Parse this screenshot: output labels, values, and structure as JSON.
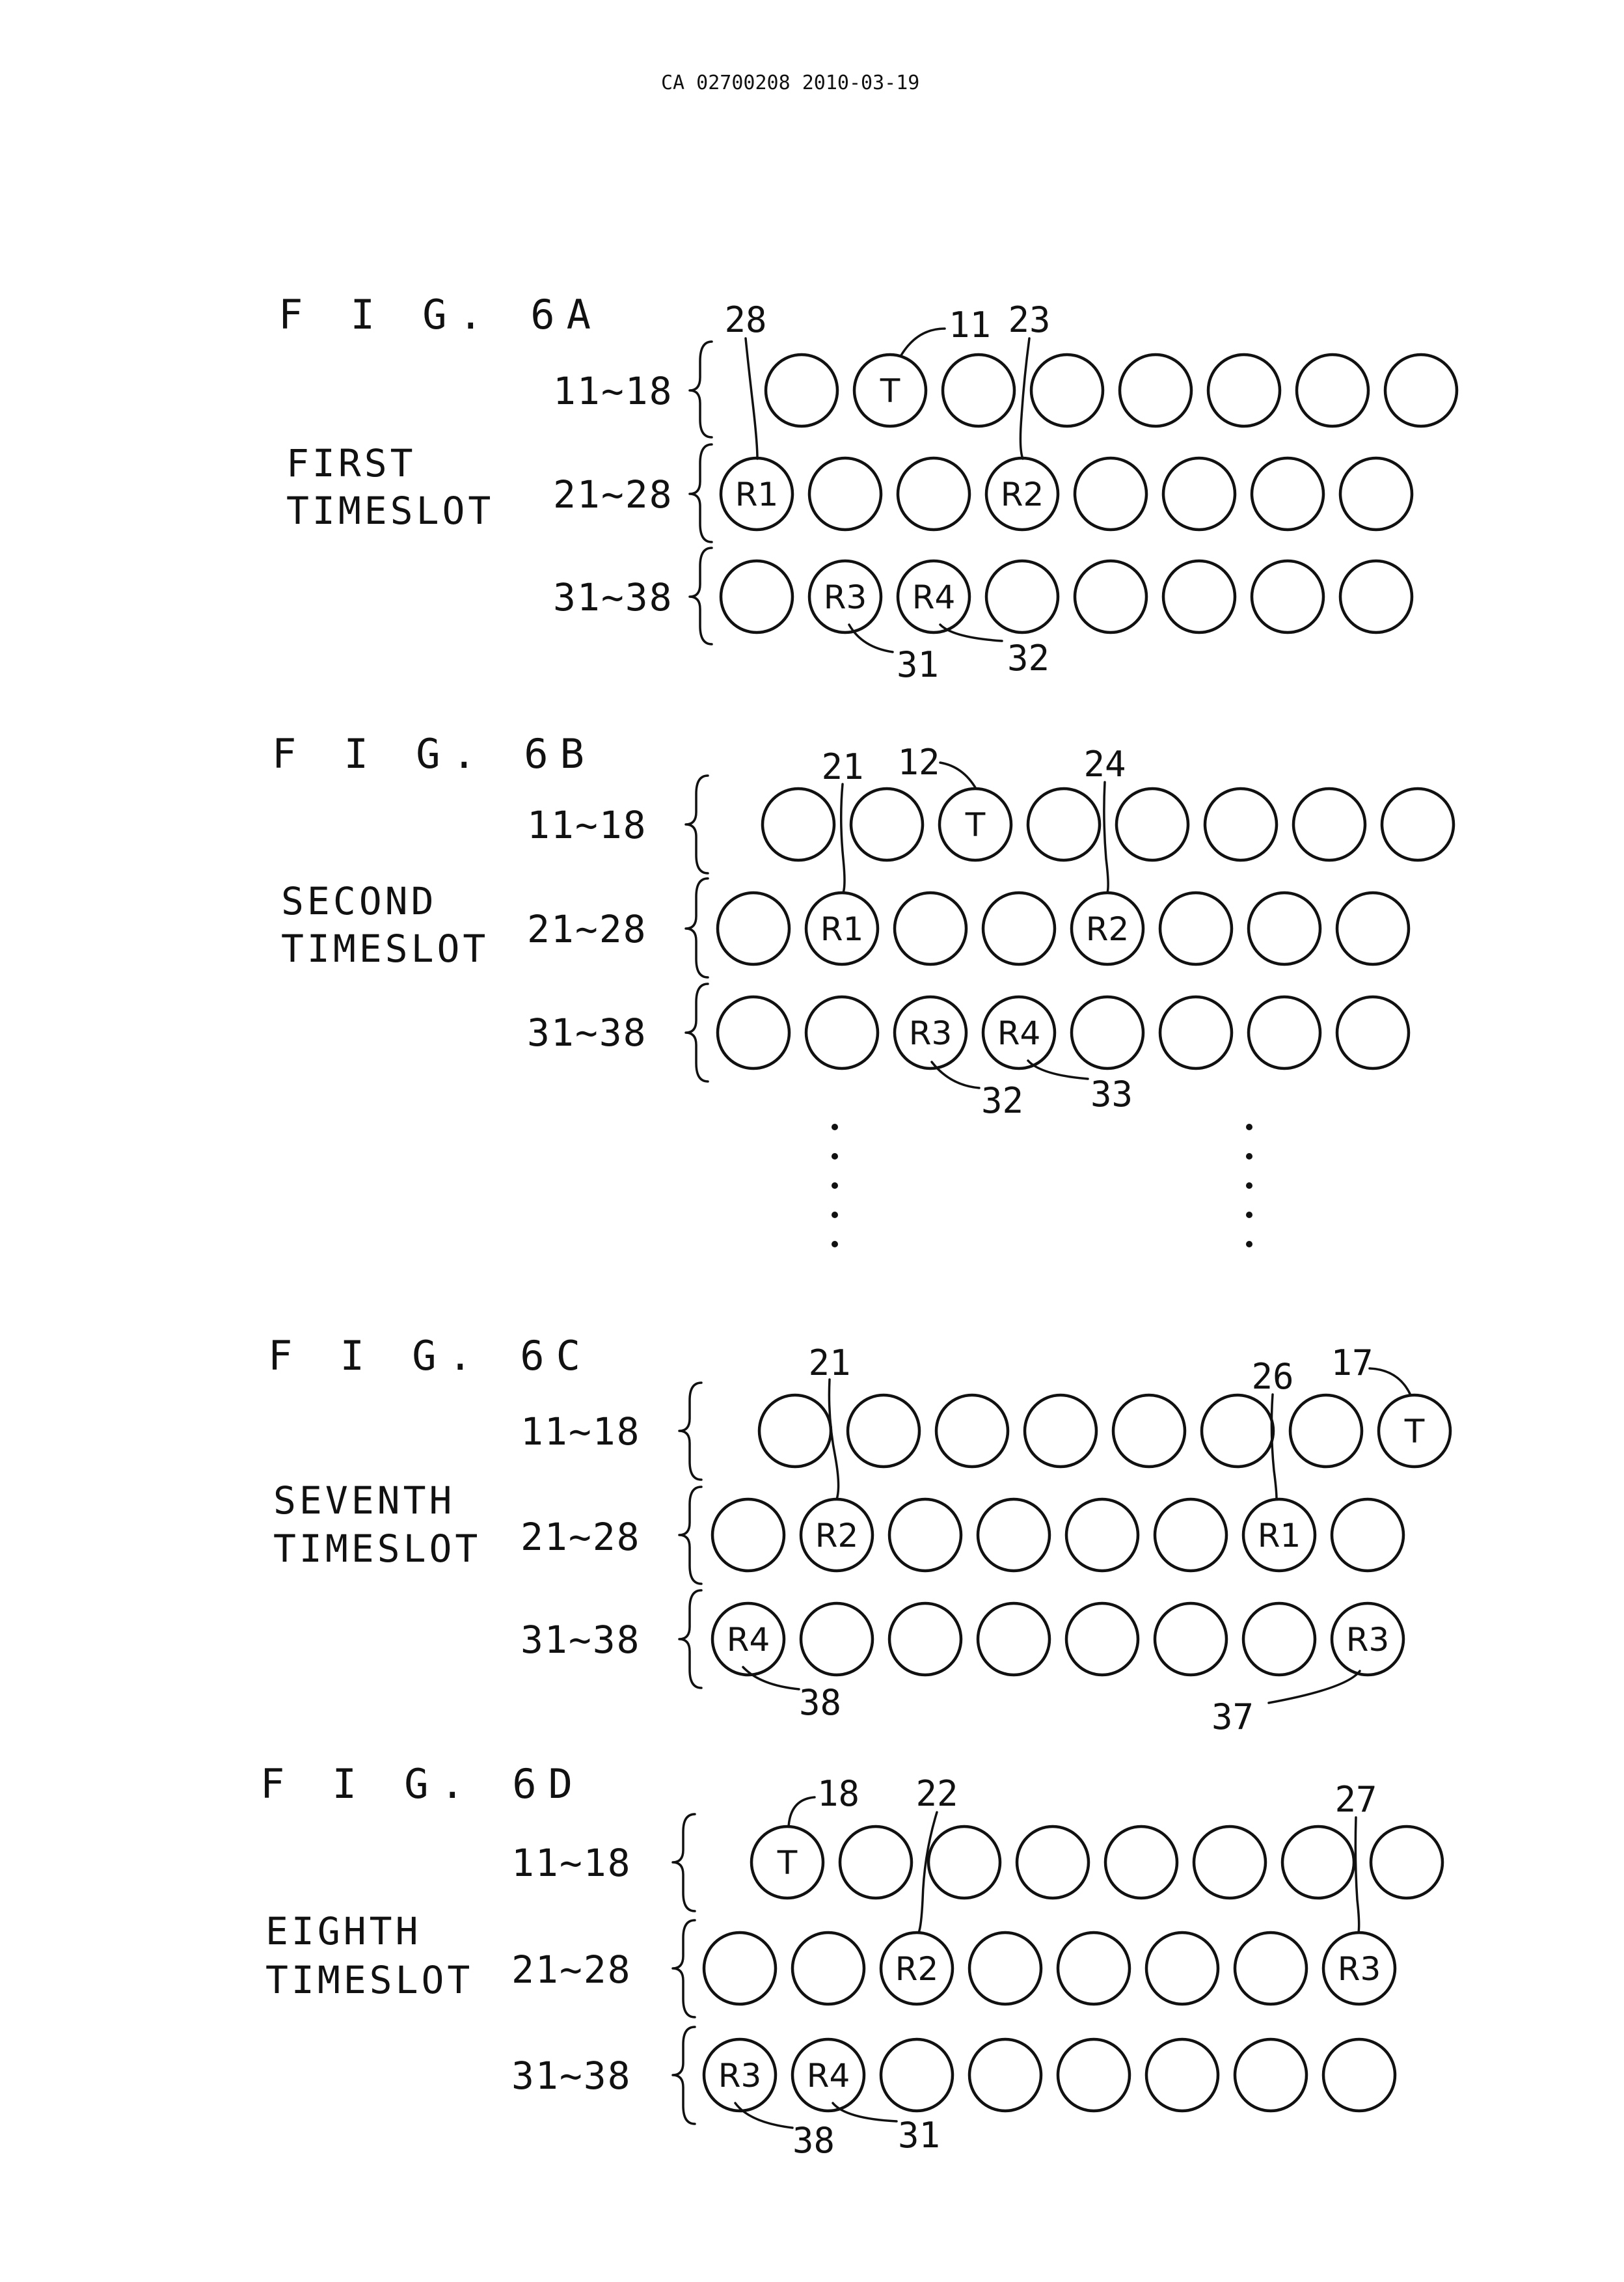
{
  "header": "CA 02700208 2010-03-19",
  "figures": [
    {
      "label": "F I G. 6A",
      "timeslot": [
        "FIRST",
        "TIMESLOT"
      ],
      "rows": [
        {
          "range": "11~18",
          "elements": [
            "",
            "T",
            "",
            "",
            "",
            "",
            "",
            ""
          ]
        },
        {
          "range": "21~28",
          "elements": [
            "R1",
            "",
            "",
            "R2",
            "",
            "",
            "",
            ""
          ]
        },
        {
          "range": "31~38",
          "elements": [
            "",
            "R3",
            "R4",
            "",
            "",
            "",
            "",
            ""
          ]
        }
      ],
      "refs": [
        "28",
        "11",
        "23",
        "31",
        "32"
      ]
    },
    {
      "label": "F I G. 6B",
      "timeslot": [
        "SECOND",
        "TIMESLOT"
      ],
      "rows": [
        {
          "range": "11~18",
          "elements": [
            "",
            "",
            "T",
            "",
            "",
            "",
            "",
            ""
          ]
        },
        {
          "range": "21~28",
          "elements": [
            "",
            "R1",
            "",
            "",
            "R2",
            "",
            "",
            ""
          ]
        },
        {
          "range": "31~38",
          "elements": [
            "",
            "",
            "R3",
            "R4",
            "",
            "",
            "",
            ""
          ]
        }
      ],
      "refs": [
        "21",
        "12",
        "24",
        "32",
        "33"
      ]
    },
    {
      "label": "F I G. 6C",
      "timeslot": [
        "SEVENTH",
        "TIMESLOT"
      ],
      "rows": [
        {
          "range": "11~18",
          "elements": [
            "",
            "",
            "",
            "",
            "",
            "",
            "",
            "T"
          ]
        },
        {
          "range": "21~28",
          "elements": [
            "",
            "R2",
            "",
            "",
            "",
            "",
            "R1",
            ""
          ]
        },
        {
          "range": "31~38",
          "elements": [
            "R4",
            "",
            "",
            "",
            "",
            "",
            "",
            "R3"
          ]
        }
      ],
      "refs": [
        "21",
        "26",
        "17",
        "38",
        "37"
      ]
    },
    {
      "label": "F I G. 6D",
      "timeslot": [
        "EIGHTH",
        "TIMESLOT"
      ],
      "rows": [
        {
          "range": "11~18",
          "elements": [
            "T",
            "",
            "",
            "",
            "",
            "",
            "",
            ""
          ]
        },
        {
          "range": "21~28",
          "elements": [
            "",
            "",
            "R2",
            "",
            "",
            "",
            "",
            "R3"
          ]
        },
        {
          "range": "31~38",
          "elements": [
            "R3",
            "R4",
            "",
            "",
            "",
            "",
            "",
            ""
          ]
        }
      ],
      "refs": [
        "18",
        "22",
        "27",
        "38",
        "31"
      ]
    }
  ]
}
